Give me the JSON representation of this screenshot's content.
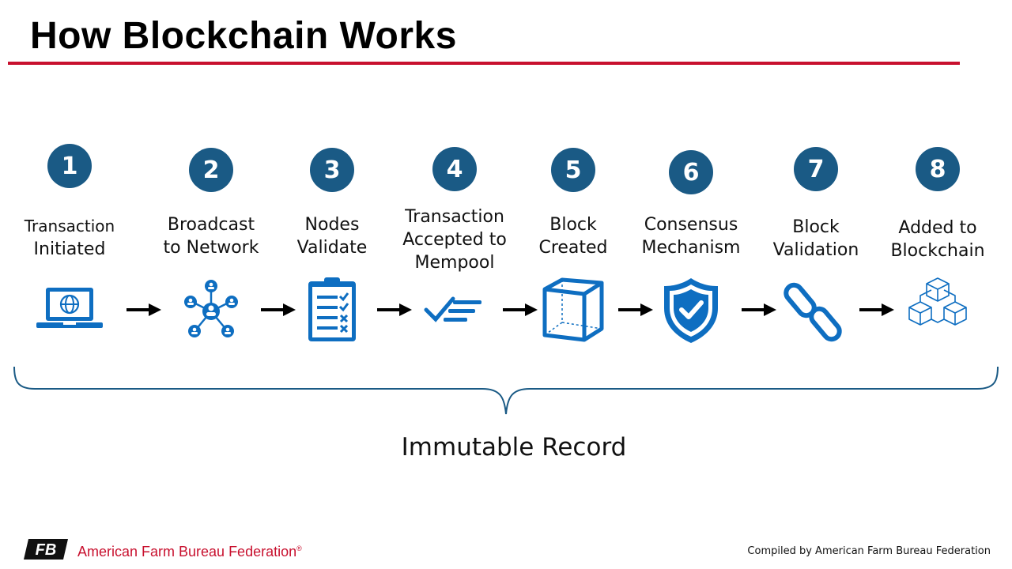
{
  "title": "How Blockchain Works",
  "colors": {
    "accent": "#c8102e",
    "badge": "#1a5a85",
    "icon": "#0e6ec1"
  },
  "steps": [
    {
      "number": "1",
      "lines": [
        "Transaction",
        "Initiated"
      ],
      "icon": "laptop-globe-icon"
    },
    {
      "number": "2",
      "lines": [
        "Broadcast",
        "to Network"
      ],
      "icon": "network-icon"
    },
    {
      "number": "3",
      "lines": [
        "Nodes",
        "Validate"
      ],
      "icon": "clipboard-checklist-icon"
    },
    {
      "number": "4",
      "lines": [
        "Transaction",
        "Accepted to",
        "Mempool"
      ],
      "icon": "checkmark-list-icon"
    },
    {
      "number": "5",
      "lines": [
        "Block",
        "Created"
      ],
      "icon": "cube-icon"
    },
    {
      "number": "6",
      "lines": [
        "Consensus",
        "Mechanism"
      ],
      "icon": "shield-check-icon"
    },
    {
      "number": "7",
      "lines": [
        "Block",
        "Validation"
      ],
      "icon": "chain-link-icon"
    },
    {
      "number": "8",
      "lines": [
        "Added to",
        "Blockchain"
      ],
      "icon": "blocks-icon"
    }
  ],
  "brace_caption": "Immutable Record",
  "footer": {
    "logo_text": "FB",
    "org_name": "American Farm Bureau Federation",
    "org_mark": "®",
    "credit": "Compiled by American Farm Bureau Federation"
  }
}
